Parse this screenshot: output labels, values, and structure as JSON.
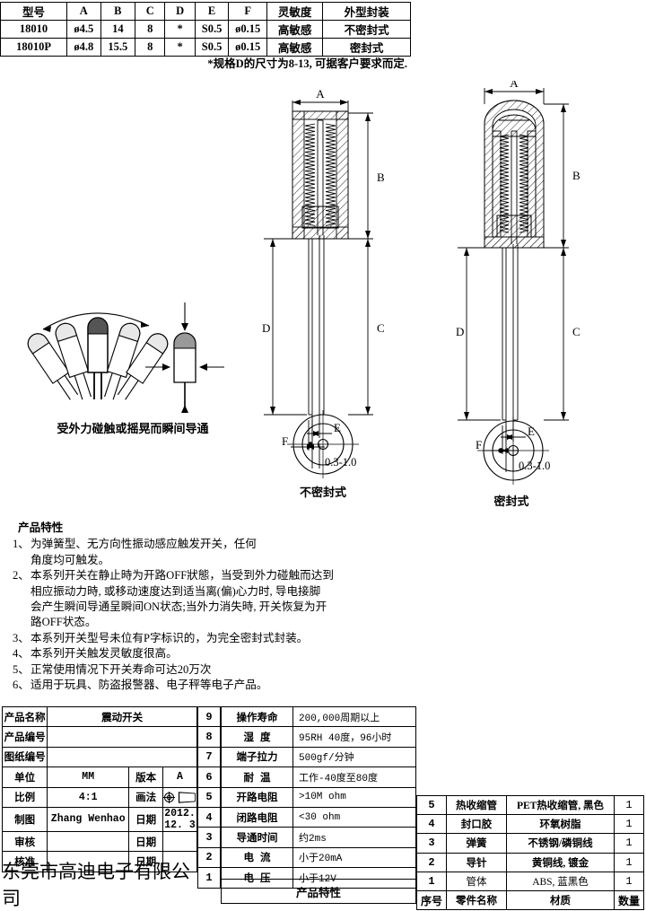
{
  "spec_table": {
    "headers": [
      "型号",
      "A",
      "B",
      "C",
      "D",
      "E",
      "F",
      "灵敏度",
      "外型封装"
    ],
    "rows": [
      [
        "18010",
        "ø4.5",
        "14",
        "8",
        "*",
        "S0.5",
        "ø0.15",
        "高敏感",
        "不密封式"
      ],
      [
        "18010P",
        "ø4.8",
        "15.5",
        "8",
        "*",
        "S0.5",
        "ø0.15",
        "高敏感",
        "密封式"
      ]
    ],
    "note": "*规格D的尺寸为8-13, 可据客户要求而定."
  },
  "shake_illustration": {
    "caption": "受外力碰触或摇晃而瞬间导通"
  },
  "drawings": {
    "left": {
      "caption": "不密封式",
      "dims": [
        "A",
        "B",
        "C",
        "D",
        "E",
        "F"
      ],
      "gap": "0.3-1.0"
    },
    "right": {
      "caption": "密封式",
      "dims": [
        "A",
        "B",
        "C",
        "D",
        "E",
        "F"
      ],
      "gap": "0.3-1.0"
    }
  },
  "features": {
    "title": "产品特性",
    "items": [
      {
        "num": "1、",
        "lines": [
          "为弹簧型、无方向性振动感应触发开关，任何",
          "角度均可触发。"
        ]
      },
      {
        "num": "2、",
        "lines": [
          "本系列开关在静止時为开路OFF狀態，当受到外力碰触而达到",
          "相应振动力時, 或移动速度达到适当离(偏)心力时, 导电接脚",
          "会产生瞬间导通呈瞬间ON状态;当外力消失時, 开关恢复为开",
          "路OFF状态。"
        ]
      },
      {
        "num": "3、",
        "lines": [
          "本系列开关型号未位有P字标识的，为完全密封式封装。"
        ]
      },
      {
        "num": "4、",
        "lines": [
          "本系列开关触发灵敏度很高。"
        ]
      },
      {
        "num": "5、",
        "lines": [
          "正常使用情况下开关寿命可达20万次"
        ]
      },
      {
        "num": "6、",
        "lines": [
          "适用于玩具、防盗报警器、电子秤等电子产品。"
        ]
      }
    ]
  },
  "title_block": {
    "product_name_label": "产品名称",
    "product_name_value": "震动开关",
    "product_no_label": "产品编号",
    "product_no_value": "",
    "drawing_no_label": "图纸编号",
    "drawing_no_value": "",
    "unit_label": "单位",
    "unit_value": "MM",
    "version_label": "版本",
    "version_value": "A",
    "scale_label": "比例",
    "scale_value": "4:1",
    "projection_label": "画法",
    "projection_symbol": "first-angle",
    "drawn_label": "制图",
    "drawn_value": "Zhang Wenhao",
    "date_label": "日期",
    "date_value": "2012. 12. 3",
    "checked_label": "审核",
    "checked_value": "",
    "checked_date_label": "日期",
    "checked_date_value": "",
    "approved_label": "核准",
    "approved_value": "",
    "approved_date_label": "日期",
    "approved_date_value": "",
    "company": "东莞市高迪电子有限公司"
  },
  "row_numbers": [
    "9",
    "8",
    "7",
    "6",
    "5",
    "4",
    "3",
    "2",
    "1"
  ],
  "elec_table": {
    "rows": [
      {
        "key": "操作寿命",
        "value": "200,000周期以上",
        "spaced": false
      },
      {
        "key": "湿  度",
        "value": "95RH 40度，96小时",
        "spaced": true
      },
      {
        "key": "端子拉力",
        "value": "500gf/分钟",
        "spaced": false
      },
      {
        "key": "耐  温",
        "value": "工作-40度至80度",
        "spaced": true
      },
      {
        "key": "开路电阻",
        "value": ">10M ohm",
        "spaced": false
      },
      {
        "key": "闭路电阻",
        "value": "<30 ohm",
        "spaced": false
      },
      {
        "key": "导通时间",
        "value": "约2ms",
        "spaced": false
      },
      {
        "key": "电  流",
        "value": "小于20mA",
        "spaced": true
      },
      {
        "key": "电  压",
        "value": "小于12V",
        "spaced": true
      }
    ],
    "footer": "产品特性"
  },
  "bom_table": {
    "rows": [
      {
        "no": "5",
        "name": "热收缩管",
        "material": "PET热收缩管, 黑色",
        "qty": "1",
        "bold": true
      },
      {
        "no": "4",
        "name": "封口胶",
        "material": "环氧树脂",
        "qty": "1",
        "bold": true
      },
      {
        "no": "3",
        "name": "弹簧",
        "material": "不锈钢/磷铜线",
        "qty": "1",
        "bold": true
      },
      {
        "no": "2",
        "name": "导针",
        "material": "黄铜线, 镀金",
        "qty": "1",
        "bold": true
      },
      {
        "no": "1",
        "name": "管体",
        "material": "ABS, 蓝黑色",
        "qty": "1",
        "bold": false
      }
    ],
    "headers": {
      "no": "序号",
      "name": "零件名称",
      "material": "材质",
      "qty": "数量"
    }
  }
}
